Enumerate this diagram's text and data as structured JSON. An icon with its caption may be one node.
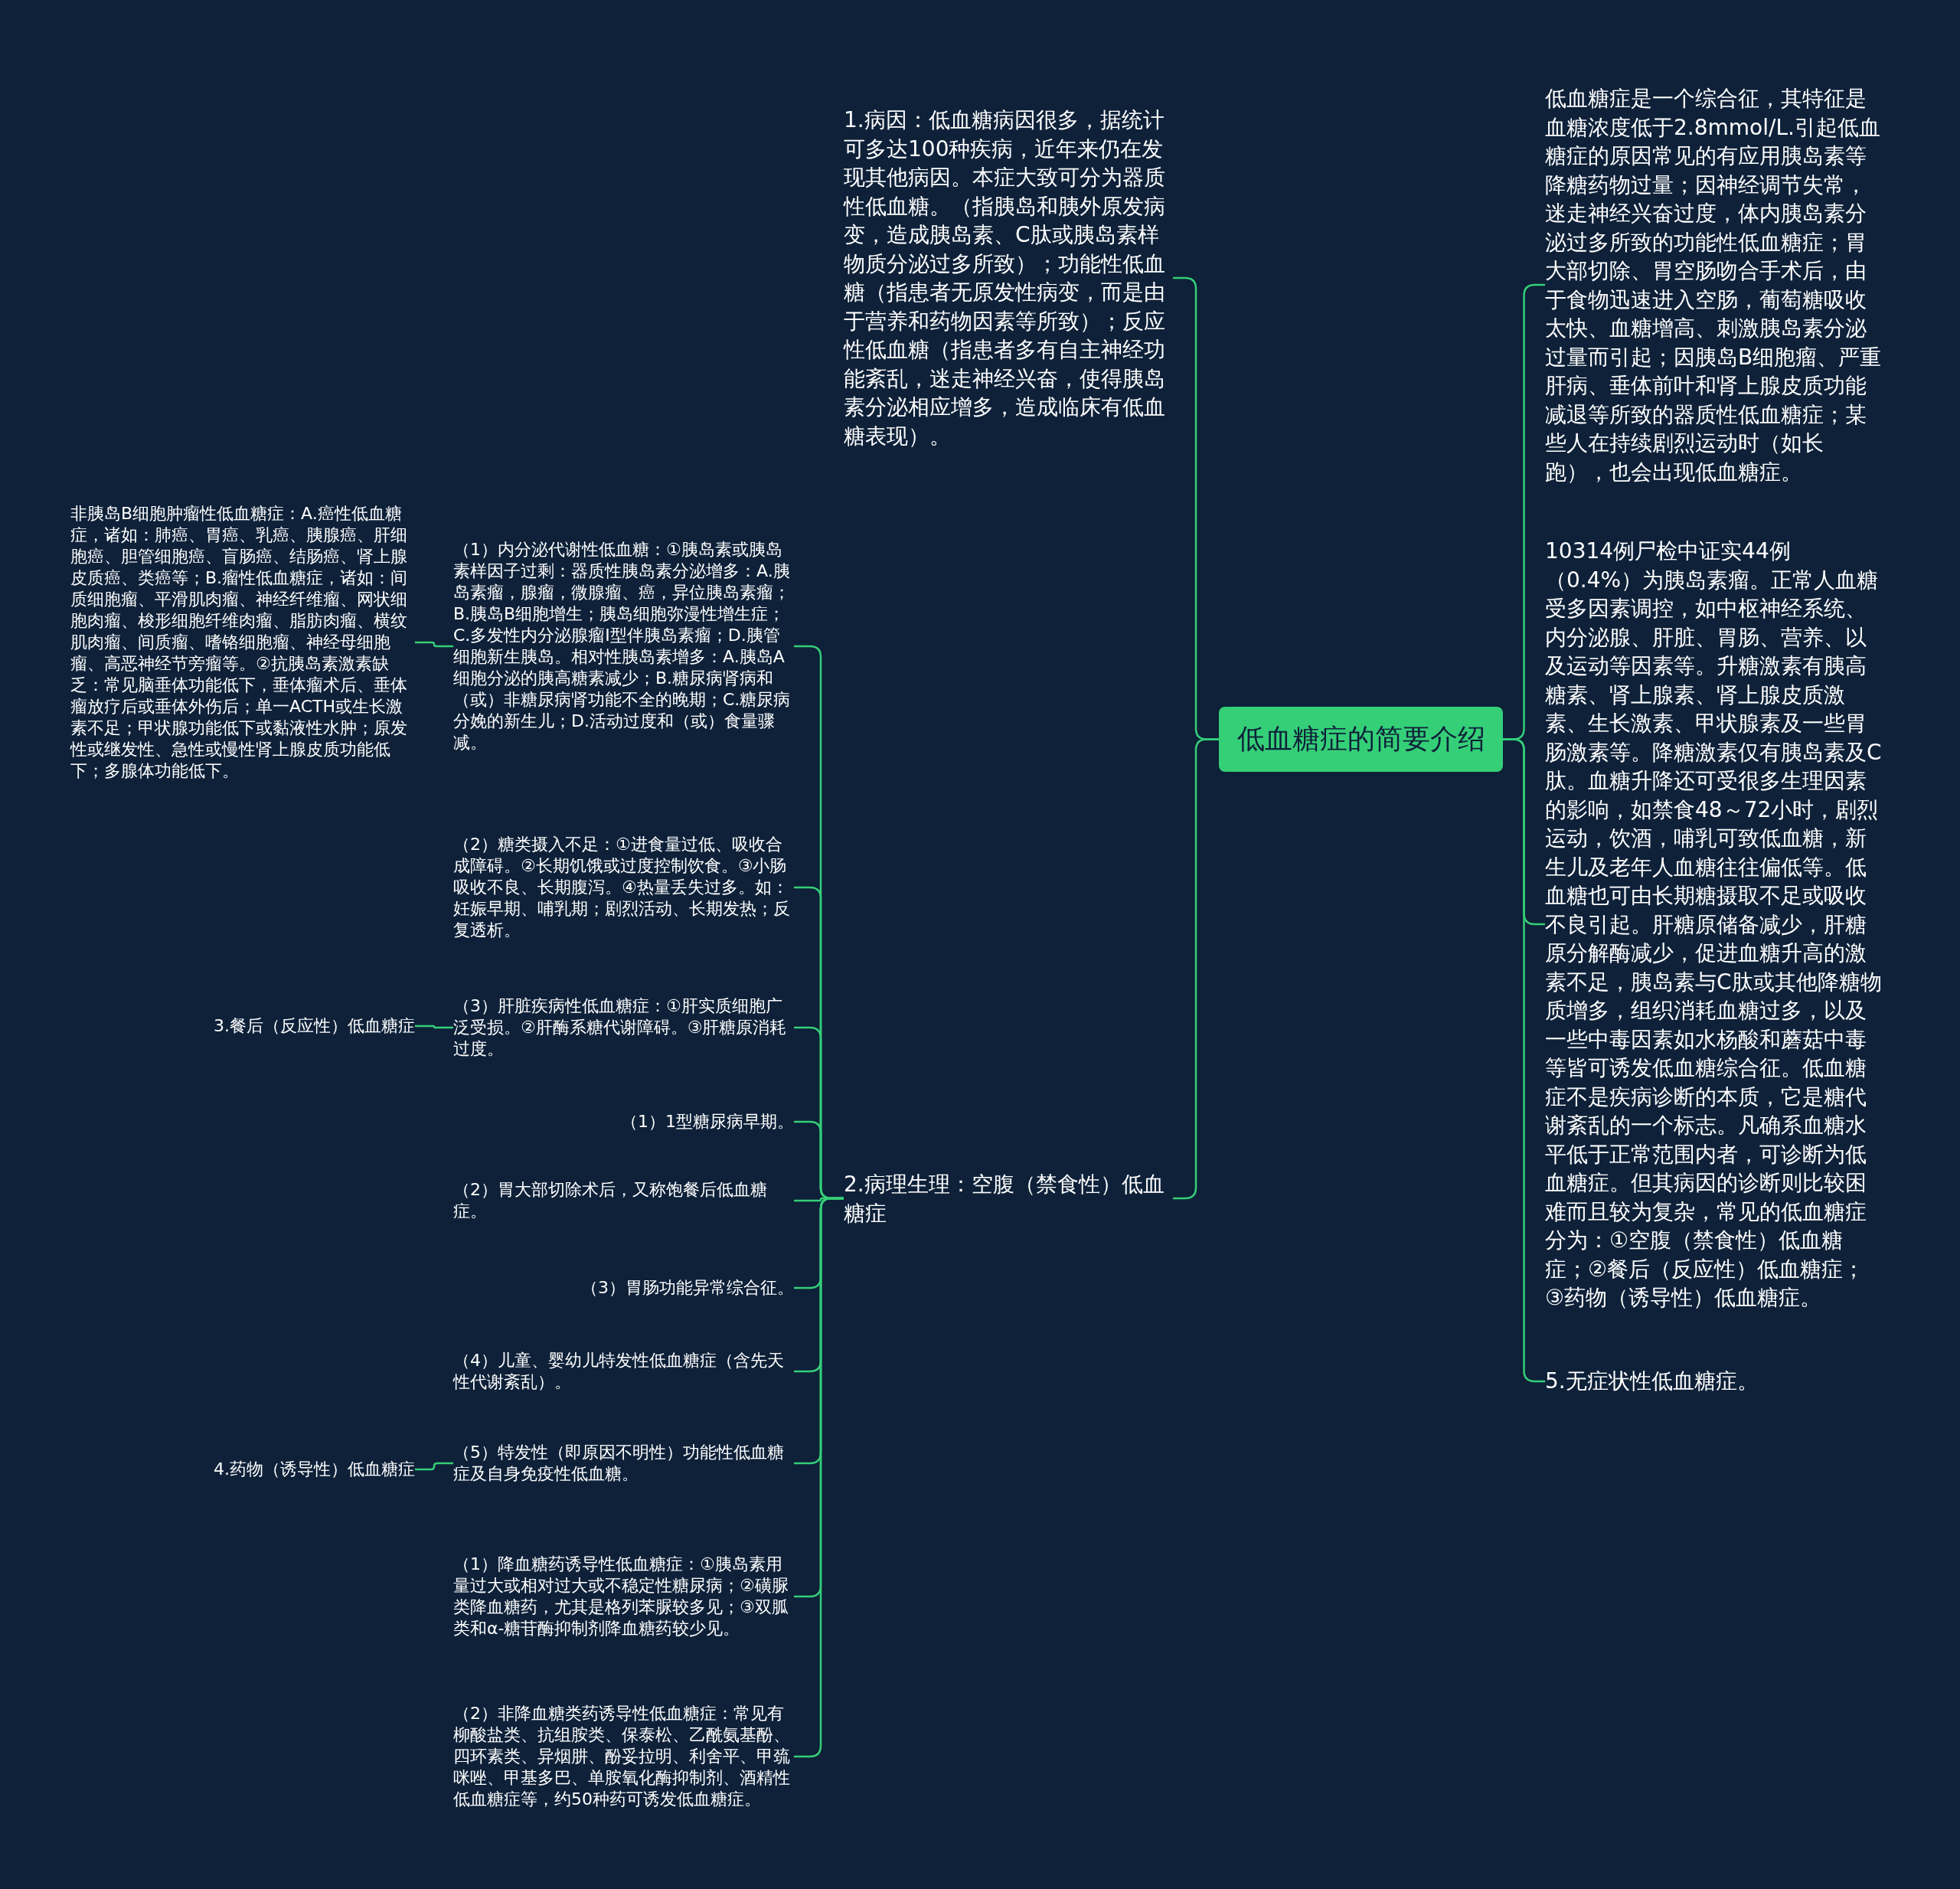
{
  "diagram": {
    "nodes": [
      {
        "text": [
          "低血糖症的简要介绍"
        ]
      },
      {
        "text": [
          "1.病因：低血糖病因很多，据统计可多达100种疾病，近年来仍在发现其他病因。本症大致可分为器质性低血糖。（指胰岛和胰外原发病变，造成胰岛素、C肽或胰岛素样物质分泌过多所致）；功能性低血糖（指患者无原发性病变，而是由于营养和药物因素等所致）；反应性低血糖（指患者多有自主神经功能紊乱，迷走神经兴奋，使得胰岛素分泌相应增多，造成临床有低血糖表现）。"
        ]
      },
      {
        "text": [
          "2.病理生理：空腹（禁食性）低血糖症"
        ]
      },
      {
        "text": [
          "低血糖症是一个综合征，其特征是血糖浓度低于2.8mmol/L.引起低血糖症的原因常见的有应用胰岛素等降糖药物过量；因神经调节失常，迷走神经兴奋过度，体内胰岛素分泌过多所致的功能性低血糖症；胃大部切除、胃空肠吻合手术后，由于食物迅速进入空肠，葡萄糖吸收太快、血糖增高、刺激胰岛素分泌过量而引起；因胰岛B细胞瘤、严重肝病、垂体前叶和肾上腺皮质功能减退等所致的器质性低血糖症；某些人在持续剧烈运动时（如长跑），也会出现低血糖症。"
        ]
      },
      {
        "text": [
          "10314例尸检中证实44例（0.4%）为胰岛素瘤。正常人血糖受多因素调控，如中枢神经系统、内分泌腺、肝脏、胃肠、营养、以及运动等因素等。升糖激素有胰高糖素、肾上腺素、肾上腺皮质激素、生长激素、甲状腺素及一些胃肠激素等。降糖激素仅有胰岛素及C肽。血糖升降还可受很多生理因素的影响，如禁食48～72小时，剧烈运动，饮酒，哺乳可致低血糖，新生儿及老年人血糖往往偏低等。低血糖也可由长期糖摄取不足或吸收不良引起。肝糖原储备减少，肝糖原分解酶减少，促进血糖升高的激素不足，胰岛素与C肽或其他降糖物质增多，组织消耗血糖过多，以及一些中毒因素如水杨酸和蘑菇中毒等皆可诱发低血糖综合征。低血糖症不是疾病诊断的本质，它是糖代谢紊乱的一个标志。凡确系血糖水平低于正常范围内者，可诊断为低血糖症。但其病因的诊断则比较困难而且较为复杂，常见的低血糖症分为：①空腹（禁食性）低血糖症；②餐后（反应性）低血糖症；③药物（诱导性）低血糖症。"
        ]
      },
      {
        "text": [
          "5.无症状性低血糖症。"
        ]
      },
      {
        "text": [
          "（1）内分泌代谢性低血糖：①胰岛素或胰岛素样因子过剩：器质性胰岛素分泌增多：A.胰岛素瘤，腺瘤，微腺瘤、癌，异位胰岛素瘤；B.胰岛B细胞增生；胰岛细胞弥漫性增生症；C.多发性内分泌腺瘤Ⅰ型伴胰岛素瘤；D.胰管细胞新生胰岛。相对性胰岛素增多：A.胰岛A细胞分泌的胰高糖素减少；B.糖尿病肾病和（或）非糖尿病肾功能不全的晚期；C.糖尿病分娩的新生儿；D.活动过度和（或）食量骤减。"
        ]
      },
      {
        "text": [
          "（2）糖类摄入不足：①进食量过低、吸收合成障碍。②长期饥饿或过度控制饮食。③小肠吸收不良、长期腹泻。④热量丢失过多。如：妊娠早期、哺乳期；剧烈活动、长期发热；反复透析。"
        ]
      },
      {
        "text": [
          "（3）肝脏疾病性低血糖症：①肝实质细胞广泛受损。②肝酶系糖代谢障碍。③肝糖原消耗过度。"
        ]
      },
      {
        "text": [
          "（1）1型糖尿病早期。"
        ]
      },
      {
        "text": [
          "（2）胃大部切除术后，又称饱餐后低血糖症。"
        ]
      },
      {
        "text": [
          "（3）胃肠功能异常综合征。"
        ]
      },
      {
        "text": [
          "（4）儿童、婴幼儿特发性低血糖症（含先天性代谢紊乱）。"
        ]
      },
      {
        "text": [
          "（5）特发性（即原因不明性）功能性低血糖症及自身免疫性低血糖。"
        ]
      },
      {
        "text": [
          "（1）降血糖药诱导性低血糖症：①胰岛素用量过大或相对过大或不稳定性糖尿病；②磺脲类降血糖药，尤其是格列苯脲较多见；③双胍类和α-糖苷酶抑制剂降血糖药较少见。"
        ]
      },
      {
        "text": [
          "（2）非降血糖类药诱导性低血糖症：常见有柳酸盐类、抗组胺类、保泰松、乙酰氨基酚、四环素类、异烟肼、酚妥拉明、利舍平、甲巯咪唑、甲基多巴、单胺氧化酶抑制剂、酒精性低血糖症等，约50种药可诱发低血糖症。"
        ]
      },
      {
        "text": [
          "非胰岛B细胞肿瘤性低血糖症：A.癌性低血糖症，诸如：肺癌、胃癌、乳癌、胰腺癌、肝细胞癌、胆管细胞癌、盲肠癌、结肠癌、肾上腺皮质癌、类癌等；B.瘤性低血糖症，诸如：间质细胞瘤、平滑肌肉瘤、神经纤维瘤、网状细胞肉瘤、梭形细胞纤维肉瘤、脂肪肉瘤、横纹肌肉瘤、间质瘤、嗜铬细胞瘤、神经母细胞瘤、高恶神经节旁瘤等。②抗胰岛素激素缺乏：常见脑垂体功能低下，垂体瘤术后、垂体瘤放疗后或垂体外伤后；单一ACTH或生长激素不足；甲状腺功能低下或黏液性水肿；原发性或继发性、急性或慢性肾上腺皮质功能低下；多腺体功能低下。"
        ]
      },
      {
        "text": [
          "3.餐后（反应性）低血糖症"
        ]
      },
      {
        "text": [
          "4.药物（诱导性）低血糖症"
        ]
      }
    ],
    "edges": [
      {
        "from": 0,
        "to": 1,
        "arrow": "none"
      },
      {
        "from": 0,
        "to": 2,
        "arrow": "none"
      },
      {
        "from": 0,
        "to": 3,
        "arrow": "none"
      },
      {
        "from": 0,
        "to": 4,
        "arrow": "none"
      },
      {
        "from": 0,
        "to": 5,
        "arrow": "none"
      },
      {
        "from": 2,
        "to": 6,
        "arrow": "none"
      },
      {
        "from": 2,
        "to": 7,
        "arrow": "none"
      },
      {
        "from": 2,
        "to": 8,
        "arrow": "none"
      },
      {
        "from": 2,
        "to": 9,
        "arrow": "none"
      },
      {
        "from": 2,
        "to": 10,
        "arrow": "none"
      },
      {
        "from": 2,
        "to": 11,
        "arrow": "none"
      },
      {
        "from": 2,
        "to": 12,
        "arrow": "none"
      },
      {
        "from": 2,
        "to": 13,
        "arrow": "none"
      },
      {
        "from": 2,
        "to": 14,
        "arrow": "none"
      },
      {
        "from": 2,
        "to": 15,
        "arrow": "none"
      },
      {
        "from": 6,
        "to": 16,
        "arrow": "none"
      },
      {
        "from": 8,
        "to": 17,
        "arrow": "none"
      },
      {
        "from": 13,
        "to": 18,
        "arrow": "none"
      }
    ]
  }
}
